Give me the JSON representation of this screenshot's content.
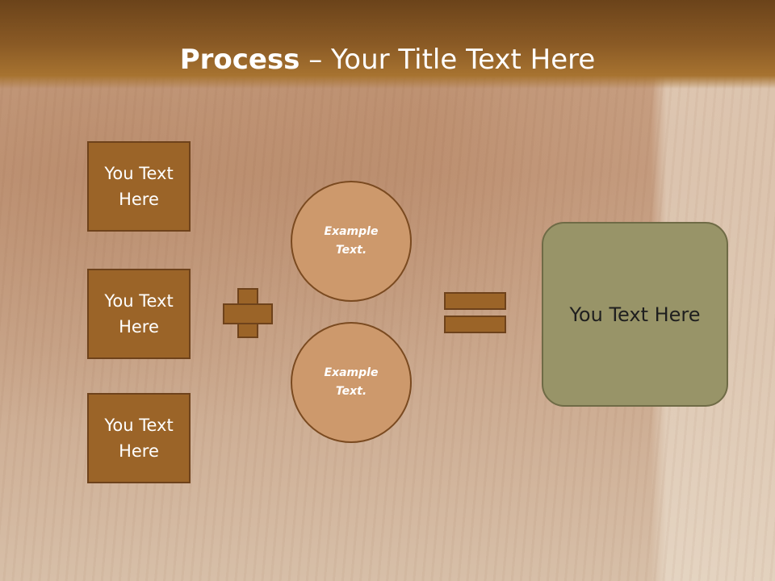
{
  "slide": {
    "title_bold": "Process",
    "title_rest": " – Your Title Text Here",
    "inputs": [
      {
        "label": "You Text Here"
      },
      {
        "label": "You Text Here"
      },
      {
        "label": "You Text Here"
      }
    ],
    "circles": [
      {
        "label": "Example Text."
      },
      {
        "label": "Example Text."
      }
    ],
    "result": {
      "label": "You Text Here"
    }
  },
  "colors": {
    "header": "#8a5a25",
    "box_fill": "#9b6428",
    "circle_fill": "#cd996c",
    "result_fill": "#989468"
  },
  "icons": [
    "plus-icon",
    "equals-icon"
  ]
}
